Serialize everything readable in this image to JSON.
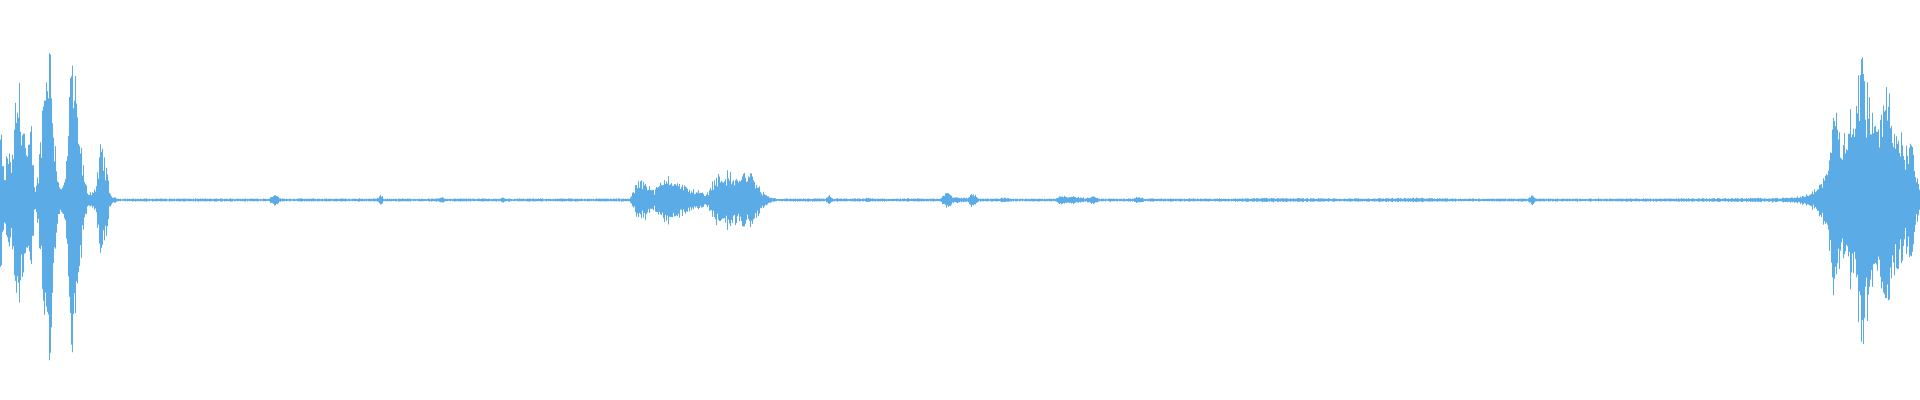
{
  "waveform": {
    "color": "#5aabe6",
    "background": "#ffffff",
    "envelope": [
      [
        0.0,
        0.4
      ],
      [
        0.002,
        0.12
      ],
      [
        0.004,
        0.3
      ],
      [
        0.006,
        0.2
      ],
      [
        0.008,
        0.55
      ],
      [
        0.01,
        0.65
      ],
      [
        0.012,
        0.45
      ],
      [
        0.014,
        0.25
      ],
      [
        0.016,
        0.4
      ],
      [
        0.018,
        0.05
      ],
      [
        0.02,
        0.18
      ],
      [
        0.022,
        0.55
      ],
      [
        0.024,
        0.85
      ],
      [
        0.026,
        0.9
      ],
      [
        0.027,
        0.7
      ],
      [
        0.028,
        0.4
      ],
      [
        0.03,
        0.12
      ],
      [
        0.032,
        0.06
      ],
      [
        0.034,
        0.15
      ],
      [
        0.036,
        0.55
      ],
      [
        0.037,
        0.92
      ],
      [
        0.038,
        0.75
      ],
      [
        0.04,
        0.48
      ],
      [
        0.042,
        0.3
      ],
      [
        0.044,
        0.1
      ],
      [
        0.046,
        0.04
      ],
      [
        0.048,
        0.05
      ],
      [
        0.05,
        0.08
      ],
      [
        0.052,
        0.28
      ],
      [
        0.053,
        0.3
      ],
      [
        0.055,
        0.2
      ],
      [
        0.057,
        0.04
      ],
      [
        0.059,
        0.015
      ],
      [
        0.062,
        0.008
      ],
      [
        0.14,
        0.008
      ],
      [
        0.143,
        0.04
      ],
      [
        0.146,
        0.008
      ],
      [
        0.196,
        0.008
      ],
      [
        0.198,
        0.03
      ],
      [
        0.2,
        0.008
      ],
      [
        0.228,
        0.008
      ],
      [
        0.23,
        0.02
      ],
      [
        0.232,
        0.008
      ],
      [
        0.26,
        0.008
      ],
      [
        0.262,
        0.015
      ],
      [
        0.264,
        0.008
      ],
      [
        0.328,
        0.008
      ],
      [
        0.332,
        0.1
      ],
      [
        0.336,
        0.12
      ],
      [
        0.34,
        0.05
      ],
      [
        0.344,
        0.09
      ],
      [
        0.348,
        0.15
      ],
      [
        0.352,
        0.1
      ],
      [
        0.356,
        0.08
      ],
      [
        0.36,
        0.06
      ],
      [
        0.364,
        0.05
      ],
      [
        0.368,
        0.03
      ],
      [
        0.372,
        0.12
      ],
      [
        0.376,
        0.15
      ],
      [
        0.38,
        0.14
      ],
      [
        0.384,
        0.12
      ],
      [
        0.388,
        0.16
      ],
      [
        0.392,
        0.14
      ],
      [
        0.396,
        0.06
      ],
      [
        0.4,
        0.02
      ],
      [
        0.404,
        0.008
      ],
      [
        0.43,
        0.008
      ],
      [
        0.432,
        0.03
      ],
      [
        0.434,
        0.008
      ],
      [
        0.45,
        0.008
      ],
      [
        0.452,
        0.015
      ],
      [
        0.454,
        0.008
      ],
      [
        0.49,
        0.008
      ],
      [
        0.492,
        0.04
      ],
      [
        0.494,
        0.05
      ],
      [
        0.496,
        0.02
      ],
      [
        0.504,
        0.01
      ],
      [
        0.506,
        0.04
      ],
      [
        0.508,
        0.03
      ],
      [
        0.51,
        0.008
      ],
      [
        0.52,
        0.008
      ],
      [
        0.523,
        0.015
      ],
      [
        0.526,
        0.008
      ],
      [
        0.55,
        0.008
      ],
      [
        0.552,
        0.03
      ],
      [
        0.556,
        0.02
      ],
      [
        0.56,
        0.02
      ],
      [
        0.566,
        0.01
      ],
      [
        0.57,
        0.03
      ],
      [
        0.572,
        0.008
      ],
      [
        0.59,
        0.008
      ],
      [
        0.593,
        0.02
      ],
      [
        0.596,
        0.008
      ],
      [
        0.64,
        0.008
      ],
      [
        0.66,
        0.012
      ],
      [
        0.7,
        0.008
      ],
      [
        0.74,
        0.012
      ],
      [
        0.76,
        0.008
      ],
      [
        0.796,
        0.008
      ],
      [
        0.798,
        0.03
      ],
      [
        0.8,
        0.008
      ],
      [
        0.84,
        0.008
      ],
      [
        0.9,
        0.01
      ],
      [
        0.93,
        0.012
      ],
      [
        0.935,
        0.015
      ],
      [
        0.94,
        0.025
      ],
      [
        0.945,
        0.05
      ],
      [
        0.95,
        0.12
      ],
      [
        0.954,
        0.35
      ],
      [
        0.956,
        0.6
      ],
      [
        0.958,
        0.5
      ],
      [
        0.96,
        0.35
      ],
      [
        0.962,
        0.42
      ],
      [
        0.964,
        0.45
      ],
      [
        0.966,
        0.55
      ],
      [
        0.968,
        0.7
      ],
      [
        0.97,
        0.88
      ],
      [
        0.972,
        0.65
      ],
      [
        0.974,
        0.55
      ],
      [
        0.976,
        0.45
      ],
      [
        0.978,
        0.4
      ],
      [
        0.98,
        0.5
      ],
      [
        0.982,
        0.6
      ],
      [
        0.984,
        0.65
      ],
      [
        0.986,
        0.55
      ],
      [
        0.988,
        0.42
      ],
      [
        0.99,
        0.35
      ],
      [
        0.992,
        0.3
      ],
      [
        0.994,
        0.25
      ],
      [
        0.996,
        0.4
      ],
      [
        0.998,
        0.15
      ],
      [
        1.0,
        0.1
      ]
    ]
  }
}
